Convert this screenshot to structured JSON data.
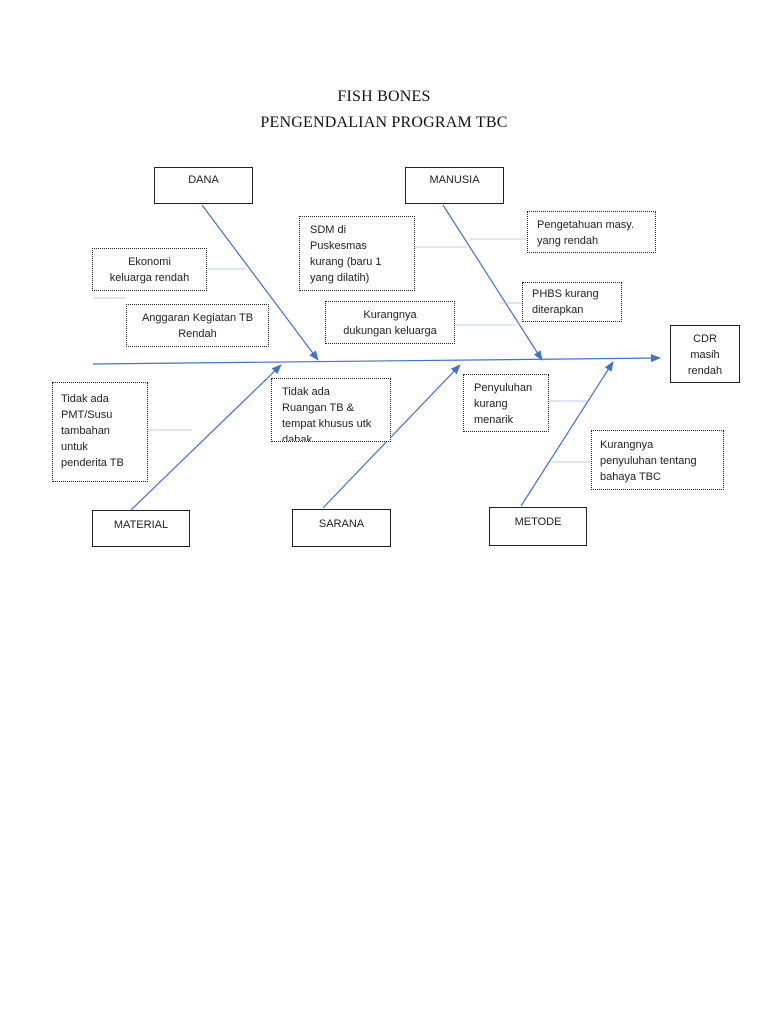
{
  "title": {
    "line1": "FISH BONES",
    "line2": "PENGENDALIAN PROGRAM TBC"
  },
  "effect": "CDR\nmasih\nrendah",
  "categories": {
    "dana": "DANA",
    "manusia": "MANUSIA",
    "material": "MATERIAL",
    "sarana": "SARANA",
    "metode": "METODE"
  },
  "causes": {
    "ekonomi": "Ekonomi\nkeluarga rendah",
    "anggaran": "Anggaran Kegiatan TB\nRendah",
    "sdm": "SDM di\nPuskesmas\nkurang (baru 1\nyang dilatih)",
    "kurangnya_dukungan": "Kurangnya\ndukungan  keluarga",
    "pengetahuan": "Pengetahuan masy.\nyang rendah",
    "phbs": "PHBS kurang\nditerapkan",
    "pmt": "Tidak ada\nPMT/Susu\ntambahan\nuntuk\npenderita TB",
    "ruangan": "Tidak ada\nRuangan TB &\ntempat khusus utk\ndahak",
    "penyuluhan_kurang": "Penyuluhan\nkurang\nmenarik",
    "kurangnya_penyuluhan": "Kurangnya\npenyuluhan tentang\nbahaya TBC"
  },
  "colors": {
    "arrow": "#4472c4",
    "connector": "#a9bce0",
    "border": "#222222"
  }
}
